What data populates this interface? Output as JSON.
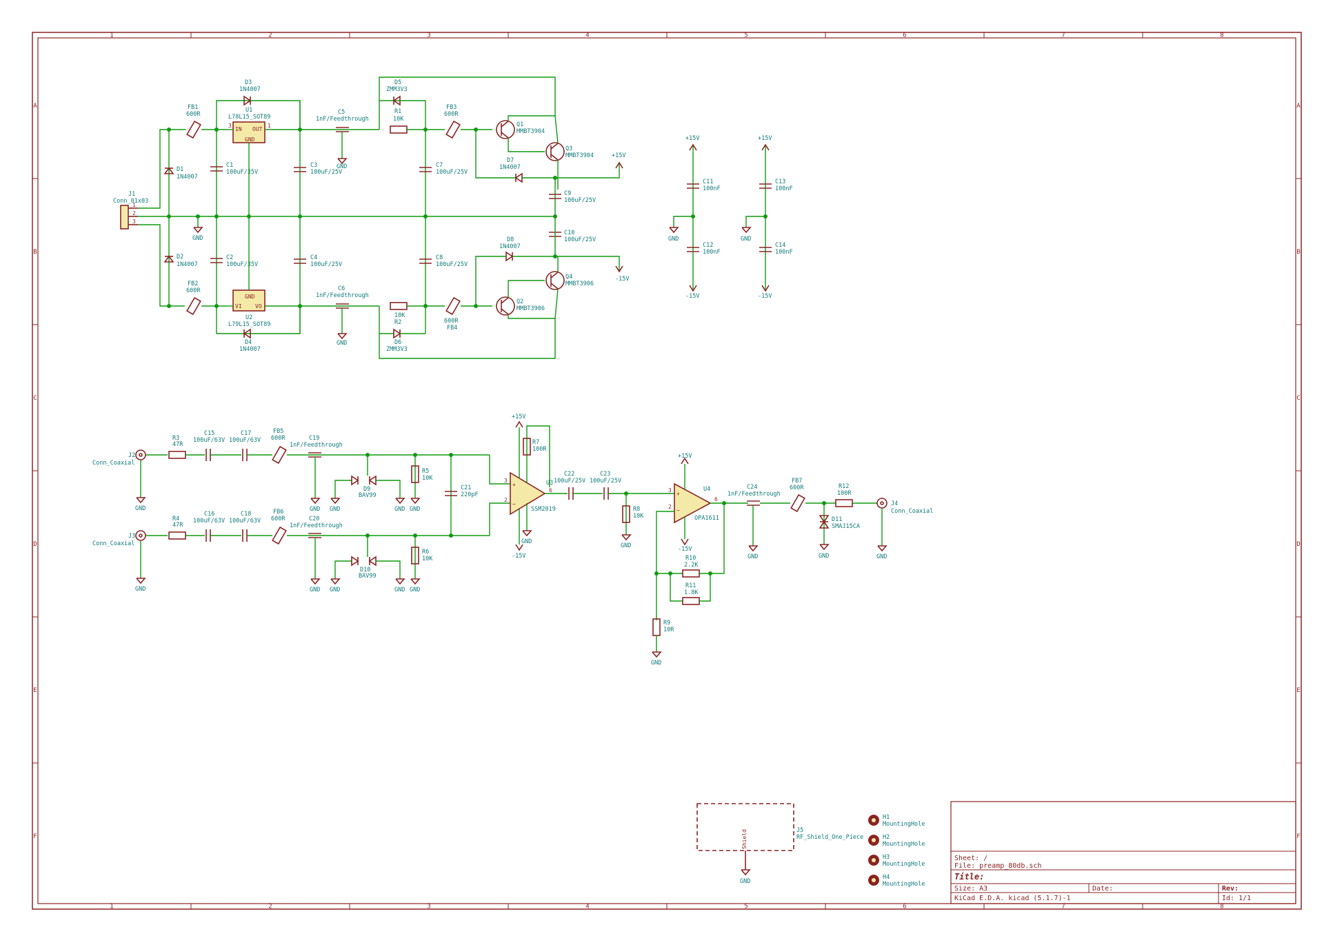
{
  "border": {
    "columns": [
      "1",
      "2",
      "3",
      "4",
      "5",
      "6",
      "7",
      "8"
    ],
    "rows": [
      "A",
      "B",
      "C",
      "D",
      "E",
      "F"
    ]
  },
  "title_block": {
    "sheet": "Sheet: /",
    "file": "File: preamp_80db.sch",
    "title": "Title:",
    "size": "Size: A3",
    "date": "Date:",
    "rev": "Rev:",
    "tool": "KiCad E.D.A.  kicad (5.1.7)-1",
    "id": "Id: 1/1"
  },
  "power_rail_labels": {
    "gnd": "GND",
    "p15": "+15V",
    "m15": "-15V"
  },
  "components": {
    "J1": {
      "ref": "J1",
      "value": "Conn_01x03"
    },
    "FB1": {
      "ref": "FB1",
      "value": "600R"
    },
    "FB2": {
      "ref": "FB2",
      "value": "600R"
    },
    "FB3": {
      "ref": "FB3",
      "value": "600R"
    },
    "FB4": {
      "ref": "FB4",
      "value": "600R"
    },
    "D1": {
      "ref": "D1",
      "value": "1N4007"
    },
    "D2": {
      "ref": "D2",
      "value": "1N4007"
    },
    "D3": {
      "ref": "D3",
      "value": "1N4007"
    },
    "D4": {
      "ref": "D4",
      "value": "1N4007"
    },
    "D5": {
      "ref": "D5",
      "value": "ZMM3V3"
    },
    "D6": {
      "ref": "D6",
      "value": "ZMM3V3"
    },
    "D7": {
      "ref": "D7",
      "value": "1N4007"
    },
    "D8": {
      "ref": "D8",
      "value": "1N4007"
    },
    "U1": {
      "ref": "U1",
      "value": "L78L15_SOT89",
      "in": "IN",
      "out": "OUT",
      "gnd": "GND"
    },
    "U2": {
      "ref": "U2",
      "value": "L79L15_SOT89",
      "in": "VI",
      "out": "VO",
      "gnd": "GND"
    },
    "C1": {
      "ref": "C1",
      "value": "100uF/35V"
    },
    "C2": {
      "ref": "C2",
      "value": "100uF/35V"
    },
    "C3": {
      "ref": "C3",
      "value": "100uF/25V"
    },
    "C4": {
      "ref": "C4",
      "value": "100uF/25V"
    },
    "C5": {
      "ref": "C5",
      "value": "1nF/Feedthrough"
    },
    "C6": {
      "ref": "C6",
      "value": "1nF/Feedthrough"
    },
    "C7": {
      "ref": "C7",
      "value": "100uF/25V"
    },
    "C8": {
      "ref": "C8",
      "value": "100uF/25V"
    },
    "C9": {
      "ref": "C9",
      "value": "100uF/25V"
    },
    "C10": {
      "ref": "C10",
      "value": "100uF/25V"
    },
    "C11": {
      "ref": "C11",
      "value": "100nF"
    },
    "C12": {
      "ref": "C12",
      "value": "100nF"
    },
    "C13": {
      "ref": "C13",
      "value": "100nF"
    },
    "C14": {
      "ref": "C14",
      "value": "100nF"
    },
    "R1": {
      "ref": "R1",
      "value": "10K"
    },
    "R2": {
      "ref": "R2",
      "value": "10K"
    },
    "Q1": {
      "ref": "Q1",
      "value": "MMBT3904"
    },
    "Q2": {
      "ref": "Q2",
      "value": "MMBT3906"
    },
    "Q3": {
      "ref": "Q3",
      "value": "MMBT3904"
    },
    "Q4": {
      "ref": "Q4",
      "value": "MMBT3906"
    },
    "J2": {
      "ref": "J2",
      "value": "Conn_Coaxial"
    },
    "J3": {
      "ref": "J3",
      "value": "Conn_Coaxial"
    },
    "J4": {
      "ref": "J4",
      "value": "Conn_Coaxial"
    },
    "R3": {
      "ref": "R3",
      "value": "47R"
    },
    "R4": {
      "ref": "R4",
      "value": "47R"
    },
    "C15": {
      "ref": "C15",
      "value": "100uF/63V"
    },
    "C16": {
      "ref": "C16",
      "value": "100uF/63V"
    },
    "C17": {
      "ref": "C17",
      "value": "100uF/63V"
    },
    "C18": {
      "ref": "C18",
      "value": "100uF/63V"
    },
    "FB5": {
      "ref": "FB5",
      "value": "600R"
    },
    "FB6": {
      "ref": "FB6",
      "value": "600R"
    },
    "C19": {
      "ref": "C19",
      "value": "1nF/Feedthrough"
    },
    "C20": {
      "ref": "C20",
      "value": "1nF/Feedthrough"
    },
    "D9": {
      "ref": "D9",
      "value": "BAV99"
    },
    "D10": {
      "ref": "D10",
      "value": "BAV99"
    },
    "R5": {
      "ref": "R5",
      "value": "10K"
    },
    "R6": {
      "ref": "R6",
      "value": "10K"
    },
    "C21": {
      "ref": "C21",
      "value": "220pF"
    },
    "R7": {
      "ref": "R7",
      "value": "100R"
    },
    "U3": {
      "ref": "U3",
      "value": "SSM2019"
    },
    "C22": {
      "ref": "C22",
      "value": "100uF/25V"
    },
    "C23": {
      "ref": "C23",
      "value": "100uF/25V"
    },
    "R8": {
      "ref": "R8",
      "value": "10K"
    },
    "U4": {
      "ref": "U4",
      "value": "OPA1611"
    },
    "R9": {
      "ref": "R9",
      "value": "10R"
    },
    "R10": {
      "ref": "R10",
      "value": "2.2K"
    },
    "R11": {
      "ref": "R11",
      "value": "1.8K"
    },
    "C24": {
      "ref": "C24",
      "value": "1nF/Feedthrough"
    },
    "FB7": {
      "ref": "FB7",
      "value": "600R"
    },
    "R12": {
      "ref": "R12",
      "value": "100R"
    },
    "D11": {
      "ref": "D11",
      "value": "SMAJ15CA"
    },
    "J5": {
      "ref": "J5",
      "value": "RF_Shield_One_Piece",
      "pin": "Shield"
    },
    "H1": {
      "ref": "H1",
      "value": "MountingHole"
    },
    "H2": {
      "ref": "H2",
      "value": "MountingHole"
    },
    "H3": {
      "ref": "H3",
      "value": "MountingHole"
    },
    "H4": {
      "ref": "H4",
      "value": "MountingHole"
    }
  }
}
